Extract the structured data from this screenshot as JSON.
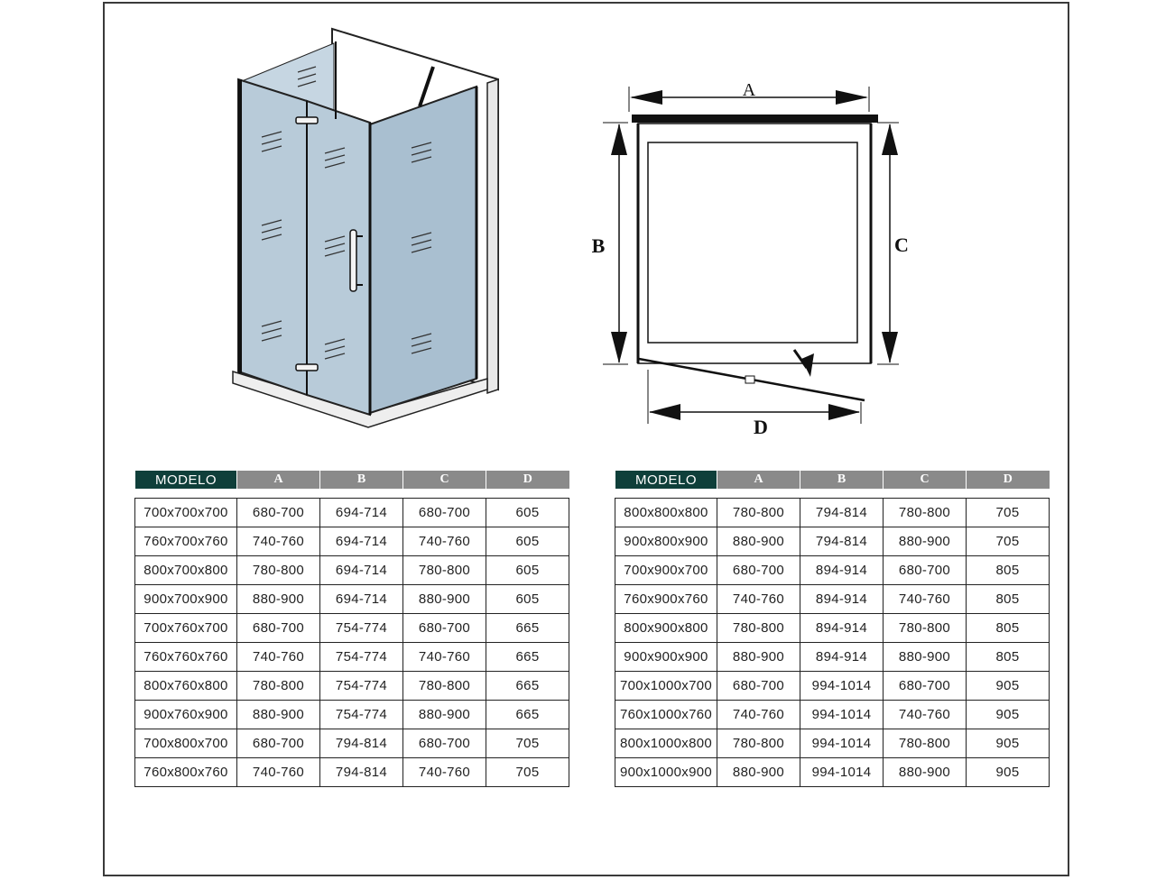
{
  "diagram": {
    "labels": {
      "a": "A",
      "b": "B",
      "c": "C",
      "d": "D"
    }
  },
  "tables": [
    {
      "headers": [
        "MODELO",
        "A",
        "B",
        "C",
        "D"
      ],
      "rows": [
        [
          "700x700x700",
          "680-700",
          "694-714",
          "680-700",
          "605"
        ],
        [
          "760x700x760",
          "740-760",
          "694-714",
          "740-760",
          "605"
        ],
        [
          "800x700x800",
          "780-800",
          "694-714",
          "780-800",
          "605"
        ],
        [
          "900x700x900",
          "880-900",
          "694-714",
          "880-900",
          "605"
        ],
        [
          "700x760x700",
          "680-700",
          "754-774",
          "680-700",
          "665"
        ],
        [
          "760x760x760",
          "740-760",
          "754-774",
          "740-760",
          "665"
        ],
        [
          "800x760x800",
          "780-800",
          "754-774",
          "780-800",
          "665"
        ],
        [
          "900x760x900",
          "880-900",
          "754-774",
          "880-900",
          "665"
        ],
        [
          "700x800x700",
          "680-700",
          "794-814",
          "680-700",
          "705"
        ],
        [
          "760x800x760",
          "740-760",
          "794-814",
          "740-760",
          "705"
        ]
      ]
    },
    {
      "headers": [
        "MODELO",
        "A",
        "B",
        "C",
        "D"
      ],
      "rows": [
        [
          "800x800x800",
          "780-800",
          "794-814",
          "780-800",
          "705"
        ],
        [
          "900x800x900",
          "880-900",
          "794-814",
          "880-900",
          "705"
        ],
        [
          "700x900x700",
          "680-700",
          "894-914",
          "680-700",
          "805"
        ],
        [
          "760x900x760",
          "740-760",
          "894-914",
          "740-760",
          "805"
        ],
        [
          "800x900x800",
          "780-800",
          "894-914",
          "780-800",
          "805"
        ],
        [
          "900x900x900",
          "880-900",
          "894-914",
          "880-900",
          "805"
        ],
        [
          "700x1000x700",
          "680-700",
          "994-1014",
          "680-700",
          "905"
        ],
        [
          "760x1000x760",
          "740-760",
          "994-1014",
          "740-760",
          "905"
        ],
        [
          "800x1000x800",
          "780-800",
          "994-1014",
          "780-800",
          "905"
        ],
        [
          "900x1000x900",
          "880-900",
          "994-1014",
          "880-900",
          "905"
        ]
      ]
    }
  ],
  "colors": {
    "glass": "#b8cbd9",
    "glass_side": "#a9bfd0",
    "header_grey": "#8a8a8a",
    "header_model": "#0f3f3a"
  }
}
